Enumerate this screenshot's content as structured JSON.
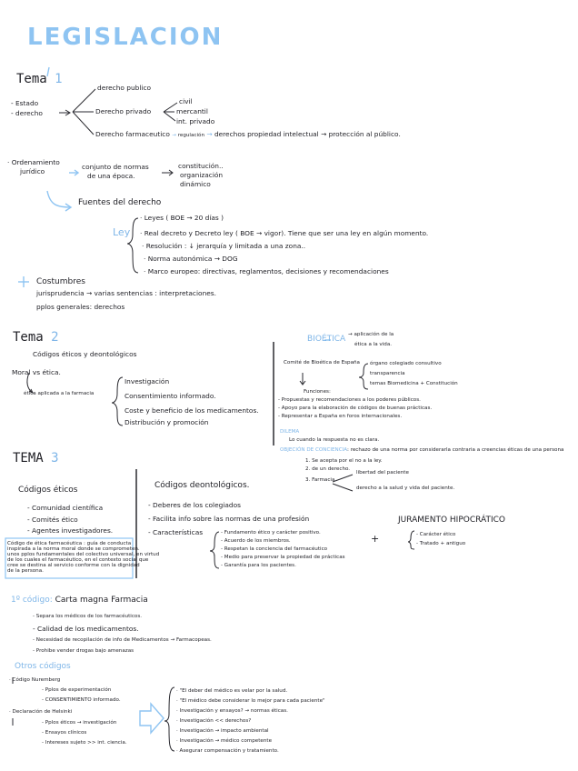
{
  "title": "LEGISLACION",
  "tema1": {
    "heading": "Tema",
    "num": "1",
    "estado": "- Estado",
    "derecho": "- derecho",
    "publico": "derecho publico",
    "privado": "Derecho privado",
    "privado_items": [
      "civil",
      "mercantil",
      "int. privado"
    ],
    "farm": "Derecho farmaceutico",
    "farm_reg": "regulación",
    "farm_rest": "derechos propiedad intelectual → protección al público.",
    "ordenamiento": [
      "· Ordenamiento",
      "jurídico"
    ],
    "conjunto": [
      "conjunto de normas",
      "de una época."
    ],
    "conjunto_items": [
      "constitución..",
      "organización",
      "dinámico"
    ],
    "fuentes": "Fuentes del derecho",
    "ley": "Ley",
    "ley_items": [
      "· Leyes ( BOE → 20 días )",
      "· Real decreto y Decreto ley ( BOE → vigor). Tiene que ser una ley en algún momento.",
      "· Resolución : ↓ jerarquía y limitada a una zona..",
      "· Norma autonómica → DOG",
      "· Marco europeo: directivas, reglamentos, decisiones y recomendaciones"
    ],
    "costumbres": "Costumbres",
    "jurisprudencia": "jurisprudencia → varias sentencias : interpretaciones.",
    "pplos": "pplos generales: derechos"
  },
  "tema2": {
    "heading": "Tema",
    "num": "2",
    "codigos": "Códigos éticos y deontológicos",
    "moral": "Moral vs ética.",
    "etica_aplicada": "ética aplicada a la farmacia",
    "items": [
      "Investigación",
      "Consentimiento informado.",
      "Coste y beneficio de los medicamentos.",
      "Distribución y promoción"
    ],
    "bioetica": "BIOÉTICA",
    "bioetica_def": [
      "→ aplicación de la",
      "ética a la vida."
    ],
    "comite": "Comité de Bioética de España",
    "comite_items": [
      "órgano colegiado consultivo",
      "transparencia",
      "temas Biomedicina + Constitución"
    ],
    "funciones": "Funciones:",
    "funciones_items": [
      "- Propuestas y recomendaciones a los poderes públicos.",
      "- Apoyo para la elaboración de códigos de buenas prácticas.",
      "- Representar a España en foros internacionales."
    ],
    "dilema": "DILEMA",
    "dilema_def": "Lo cuando la respuesta no es clara.",
    "objecion": "OBJECIÓN DE CONCIENCIA",
    "objecion_def": ": rechazo de una norma por considerarla contraria a creencias éticas de una persona",
    "objecion_items": [
      "1. Se acepta por el no a la ley.",
      "2. de un derecho.",
      "3. Farmacia"
    ],
    "farmacia_items": [
      "libertad del paciente",
      "derecho a la salud y vida del paciente."
    ]
  },
  "tema3": {
    "heading": "TEMA",
    "num": "3",
    "codigos_eticos": "Códigos éticos",
    "eticos_items": [
      "- Comunidad científica",
      "- Comités ético",
      "- Agentes investigadores."
    ],
    "box_text": [
      "Código de ética farmacéutica : guía de conducta",
      "inspirada a la norma moral donde se comprometen.",
      "unos pplos fundamentales del colectivo universal, en virtud",
      "de los cuales el farmacéutico, en el contexto social que",
      "cree se destina al servicio conforme con la dignidad",
      "de la persona."
    ],
    "deontologicos": "Códigos deontológicos.",
    "deonto_items": [
      "- Deberes de los colegiados",
      "- Facilita info sobre las normas de una profesión",
      "- Características"
    ],
    "caract_items": [
      "- Fundamento ético y carácter positivo.",
      "- Acuerdo de los miembros.",
      "- Respetan la conciencia del farmacéutico",
      "- Medio para preservar la propiedad de prácticas",
      "- Garantía para los pacientes."
    ],
    "plus": "+",
    "juramento": "JURAMENTO HIPOCRÁTICO",
    "juramento_items": [
      "- Carácter ético",
      "- Tratado + antiguo"
    ]
  },
  "primer": {
    "label": "1º código:",
    "title": "Carta magna Farmacia",
    "items": [
      "- Separa los médicos de los farmacéuticos.",
      "- Calidad de los medicamentos.",
      "- Necesidad de recopilación de info de Medicamentos → Farmacopeas.",
      "- Prohibe vender drogas bajo amenazas"
    ]
  },
  "otros": {
    "heading": "Otros códigos",
    "nuremberg": "· Código Nuremberg",
    "nuremberg_items": [
      "- Pplos de experimentación",
      "- CONSENTIMIENTO informado."
    ],
    "helsinki": "· Declaración de Helsinki",
    "helsinki_items": [
      "- Pplos éticos → investigación",
      "- Ensayos clínicos",
      "- Intereses sujeto >> int. ciencia."
    ],
    "right_items": [
      "· \"El deber del médico es velar por la salud.",
      "· \"El médico debe considerar lo mejor para cada paciente\"",
      "· Investigación y ensayos? → normas éticas.",
      "· Investigación << derechos?",
      "· Investigación → impacto ambiental",
      "· Investigación → médico competente",
      "· Asegurar compensación y tratamiento."
    ]
  }
}
